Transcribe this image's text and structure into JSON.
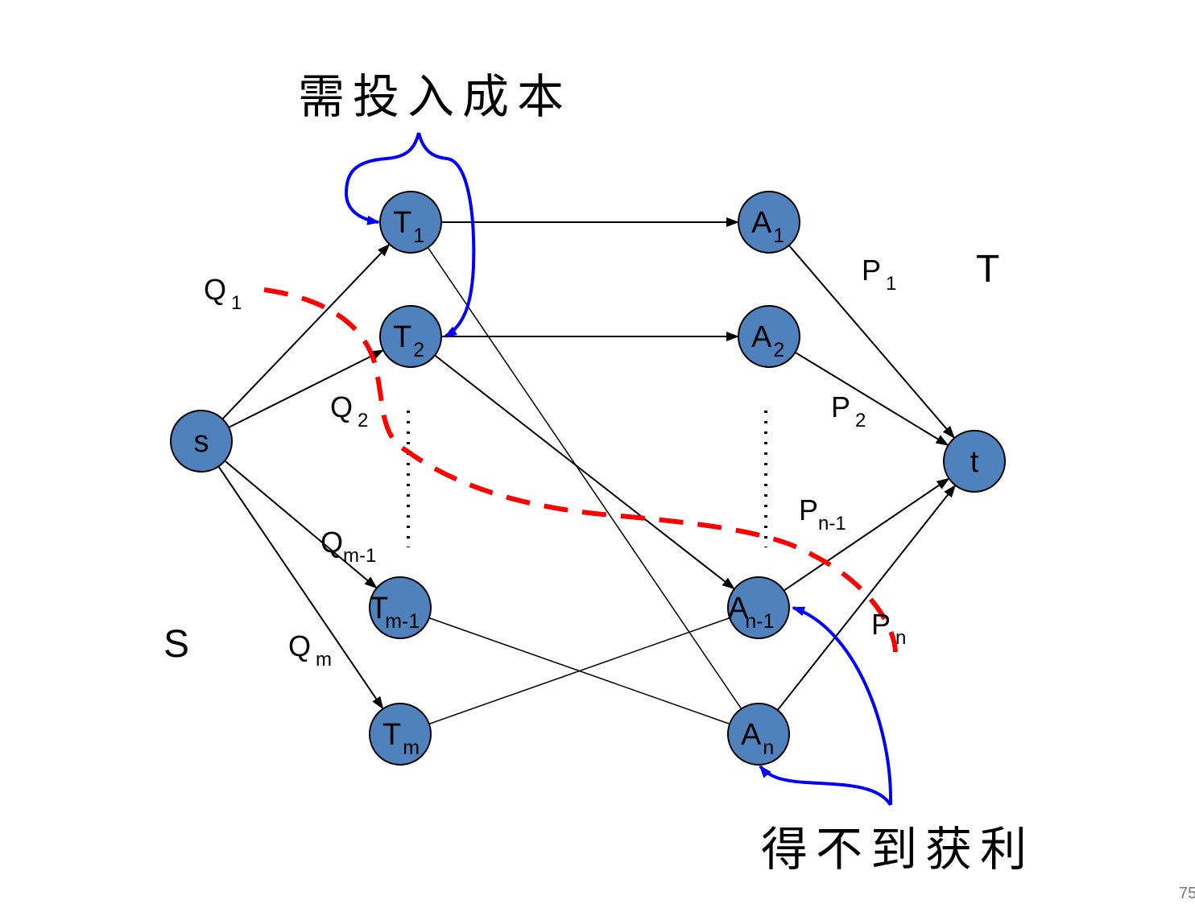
{
  "diagram": {
    "title_annotation_top": "需投入成本",
    "title_annotation_bottom": "得不到获利",
    "set_labels": {
      "source_side": "S",
      "sink_side": "T"
    },
    "page_number": "75",
    "colors": {
      "node_fill": "#4f81bd",
      "cut_line": "#ff0000",
      "annotation_arrow": "#0000ff"
    },
    "nodes": {
      "s": {
        "main": "s",
        "sub": ""
      },
      "t": {
        "main": "t",
        "sub": ""
      },
      "T1": {
        "main": "T",
        "sub": "1"
      },
      "T2": {
        "main": "T",
        "sub": "2"
      },
      "Tm1": {
        "main": "T",
        "sub": "m-1"
      },
      "Tm": {
        "main": "T",
        "sub": "m"
      },
      "A1": {
        "main": "A",
        "sub": "1"
      },
      "A2": {
        "main": "A",
        "sub": "2"
      },
      "An1": {
        "main": "A",
        "sub": "n-1"
      },
      "An": {
        "main": "A",
        "sub": "n"
      }
    },
    "capacities": {
      "Q1": {
        "main": "Q",
        "sub": "1"
      },
      "Q2": {
        "main": "Q",
        "sub": "2"
      },
      "Qm1": {
        "main": "Q",
        "sub": "m-1"
      },
      "Qm": {
        "main": "Q",
        "sub": "m"
      },
      "P1": {
        "main": "P",
        "sub": "1"
      },
      "P2": {
        "main": "P",
        "sub": "2"
      },
      "Pn1": {
        "main": "P",
        "sub": "n-1"
      },
      "Pn": {
        "main": "P",
        "sub": "n"
      }
    },
    "edges": [
      {
        "from": "s",
        "to": "T1",
        "arrow": true
      },
      {
        "from": "s",
        "to": "T2",
        "arrow": true
      },
      {
        "from": "s",
        "to": "Tm1",
        "arrow": true
      },
      {
        "from": "s",
        "to": "Tm",
        "arrow": true
      },
      {
        "from": "T1",
        "to": "A1",
        "arrow": true
      },
      {
        "from": "T1",
        "to": "An",
        "arrow": false
      },
      {
        "from": "T2",
        "to": "A2",
        "arrow": true
      },
      {
        "from": "T2",
        "to": "An1",
        "arrow": true
      },
      {
        "from": "Tm1",
        "to": "An",
        "arrow": false
      },
      {
        "from": "Tm",
        "to": "An1",
        "arrow": false
      },
      {
        "from": "A1",
        "to": "t",
        "arrow": true
      },
      {
        "from": "A2",
        "to": "t",
        "arrow": true
      },
      {
        "from": "An1",
        "to": "t",
        "arrow": true
      },
      {
        "from": "An",
        "to": "t",
        "arrow": true
      }
    ]
  }
}
